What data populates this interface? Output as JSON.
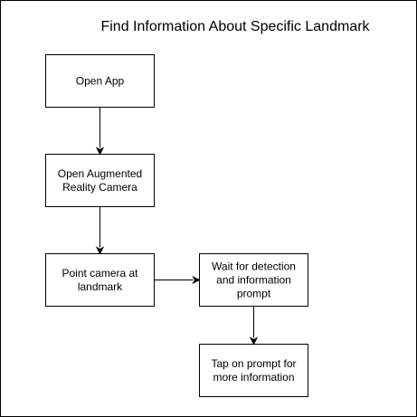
{
  "diagram": {
    "title": "Find Information About Specific Landmark",
    "nodes": [
      {
        "id": "open-app",
        "lines": [
          "Open App"
        ]
      },
      {
        "id": "open-ar-camera",
        "lines": [
          "Open Augmented",
          "Reality Camera"
        ]
      },
      {
        "id": "point-camera",
        "lines": [
          "Point camera at",
          "landmark"
        ]
      },
      {
        "id": "wait-detection",
        "lines": [
          "Wait for detection",
          "and information",
          "prompt"
        ]
      },
      {
        "id": "tap-prompt",
        "lines": [
          "Tap on prompt for",
          "more information"
        ]
      }
    ],
    "edges": [
      {
        "from": "open-app",
        "to": "open-ar-camera"
      },
      {
        "from": "open-ar-camera",
        "to": "point-camera"
      },
      {
        "from": "point-camera",
        "to": "wait-detection"
      },
      {
        "from": "wait-detection",
        "to": "tap-prompt"
      }
    ]
  }
}
